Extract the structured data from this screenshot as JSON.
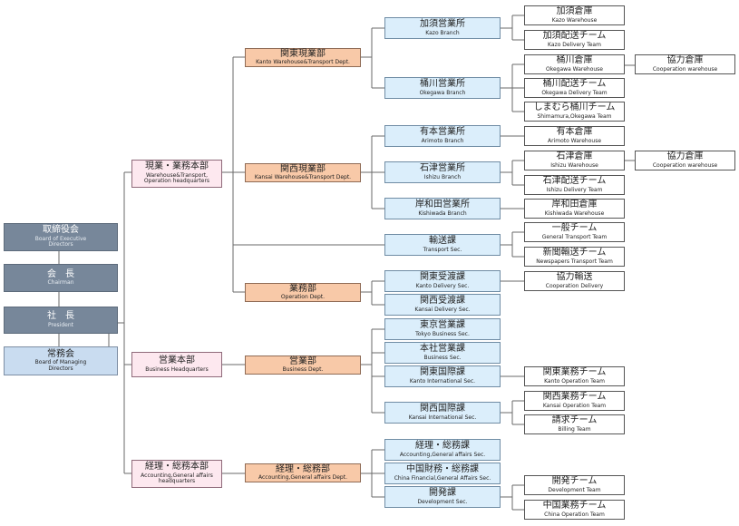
{
  "colors": {
    "executive": "#77879a",
    "managing": "#c9dcf0",
    "headquarters": "#fde8ef",
    "department": "#f8c9a8",
    "section": "#dbeefb",
    "team": "#ffffff",
    "line": "#6a6a6a"
  },
  "executive": {
    "board": {
      "jp": "取締役会",
      "en": "Board of Executive Directors"
    },
    "chairman": {
      "jp": "会　長",
      "en": "Chairman"
    },
    "president": {
      "jp": "社　長",
      "en": "President"
    },
    "managing": {
      "jp": "常務会",
      "en": "Board of Managing Directors"
    }
  },
  "hq": {
    "operation": {
      "jp": "現業・業務本部",
      "en": "Warehouse&Transport, Operation headquarters"
    },
    "business": {
      "jp": "営業本部",
      "en": "Business Headquarters"
    },
    "accounting": {
      "jp": "経理・総務本部",
      "en": "Accounting,General affairs headquarters"
    }
  },
  "dept": {
    "kanto": {
      "jp": "関東現業部",
      "en": "Kanto Warehouse&Transport Dept."
    },
    "kansai": {
      "jp": "関西現業部",
      "en": "Kansai Warehouse&Transport Dept."
    },
    "operation": {
      "jp": "業務部",
      "en": "Operation Dept."
    },
    "business": {
      "jp": "営業部",
      "en": "Business Dept."
    },
    "accounting": {
      "jp": "経理・総務部",
      "en": "Accounting,General affairs Dept."
    }
  },
  "sec": {
    "kazo": {
      "jp": "加須営業所",
      "en": "Kazo Branch"
    },
    "okegawa": {
      "jp": "桶川営業所",
      "en": "Okegawa Branch"
    },
    "arimoto": {
      "jp": "有本営業所",
      "en": "Arimoto Branch"
    },
    "ishizu": {
      "jp": "石津営業所",
      "en": "Ishizu Branch"
    },
    "kishiwada": {
      "jp": "岸和田営業所",
      "en": "Kishiwada Branch"
    },
    "transport": {
      "jp": "輸送課",
      "en": "Transport Sec."
    },
    "kanto_delivery": {
      "jp": "関東受渡課",
      "en": "Kanto Delivery Sec."
    },
    "kansai_delivery": {
      "jp": "関西受渡課",
      "en": "Kansai Delivery Sec."
    },
    "tokyo": {
      "jp": "東京営業課",
      "en": "Tokyo Business Sec."
    },
    "head_business": {
      "jp": "本社営業課",
      "en": "Business Sec."
    },
    "kanto_intl": {
      "jp": "関東国際課",
      "en": "Kanto International Sec."
    },
    "kansai_intl": {
      "jp": "関西国際課",
      "en": "Kansai International Sec."
    },
    "accounting": {
      "jp": "経理・総務課",
      "en": "Accounting,General affairs Sec."
    },
    "china": {
      "jp": "中国財務・総務課",
      "en": "China Financial,General Affairs Sec."
    },
    "development": {
      "jp": "開発課",
      "en": "Development Sec."
    }
  },
  "team": {
    "kazo_wh": {
      "jp": "加須倉庫",
      "en": "Kazo Warehouse"
    },
    "kazo_delivery": {
      "jp": "加須配送チーム",
      "en": "Kazo Delivery Team"
    },
    "okegawa_wh": {
      "jp": "桶川倉庫",
      "en": "Okegawa Warehouse"
    },
    "okegawa_delivery": {
      "jp": "桶川配送チーム",
      "en": "Okegawa Delivery Team"
    },
    "shimamura": {
      "jp": "しまむら桶川チーム",
      "en": "Shimamura,Okegawa Team"
    },
    "arimoto_wh": {
      "jp": "有本倉庫",
      "en": "Arimoto Warehouse"
    },
    "ishizu_wh": {
      "jp": "石津倉庫",
      "en": "Ishizu Warehouse"
    },
    "ishizu_delivery": {
      "jp": "石津配送チーム",
      "en": "Ishizu Delivery Team"
    },
    "kishiwada_wh": {
      "jp": "岸和田倉庫",
      "en": "Kishiwada Warehouse"
    },
    "general_transport": {
      "jp": "一般チーム",
      "en": "General Transport Team"
    },
    "newspapers": {
      "jp": "新聞輸送チーム",
      "en": "Newspapers Transport Team"
    },
    "coop_delivery": {
      "jp": "協力輸送",
      "en": "Cooperation Delivery"
    },
    "kanto_op": {
      "jp": "関東業務チーム",
      "en": "Kanto Operation Team"
    },
    "kansai_op": {
      "jp": "関西業務チーム",
      "en": "Kansai Operation Team"
    },
    "billing": {
      "jp": "請求チーム",
      "en": "Billing Team"
    },
    "development": {
      "jp": "開発チーム",
      "en": "Development Team"
    },
    "china_op": {
      "jp": "中国業務チーム",
      "en": "China Operation Team"
    }
  },
  "coop": {
    "okegawa": {
      "jp": "協力倉庫",
      "en": "Cooperation warehouse"
    },
    "ishizu": {
      "jp": "協力倉庫",
      "en": "Cooperation warehouse"
    }
  }
}
